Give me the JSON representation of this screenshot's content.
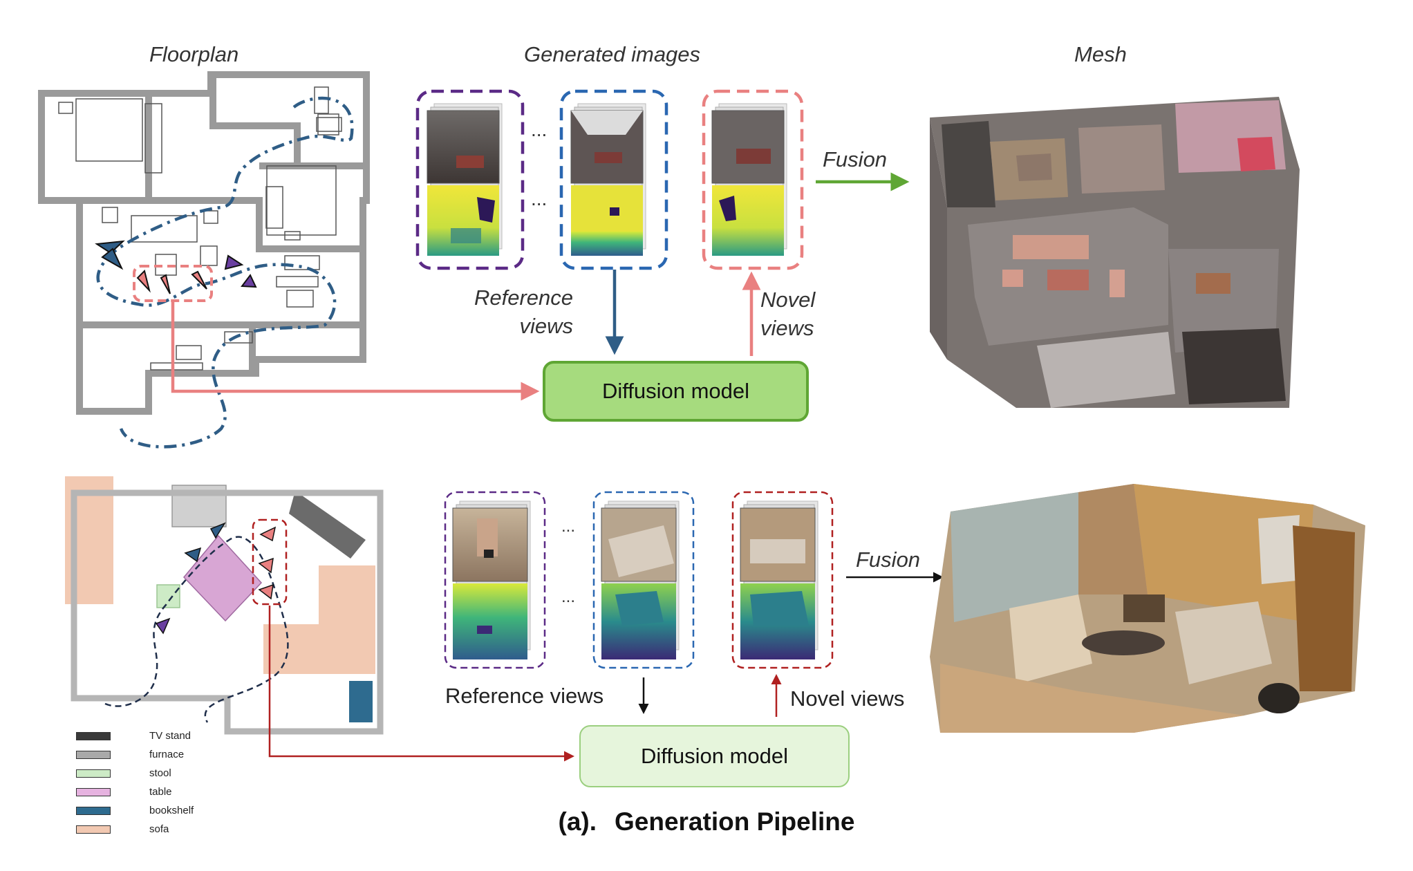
{
  "headings": {
    "floorplan": "Floorplan",
    "generated": "Generated images",
    "mesh": "Mesh"
  },
  "top": {
    "reference_views": [
      "Reference",
      "views"
    ],
    "novel_views": [
      "Novel",
      "views"
    ],
    "fusion": "Fusion",
    "diffusion": "Diffusion model",
    "ellipsis": "..."
  },
  "bottom": {
    "reference_views": "Reference views",
    "novel_views": "Novel views",
    "fusion": "Fusion",
    "diffusion": "Diffusion model",
    "ellipsis": "..."
  },
  "legend": [
    {
      "label": "TV stand",
      "color": "#3a3a3a"
    },
    {
      "label": "furnace",
      "color": "#a9a9a9"
    },
    {
      "label": "stool",
      "color": "#cdebc6"
    },
    {
      "label": "table",
      "color": "#e6b3e0"
    },
    {
      "label": "bookshelf",
      "color": "#2e6b8f"
    },
    {
      "label": "sofa",
      "color": "#f2c9b2"
    }
  ],
  "caption": {
    "index": "(a).",
    "title": "Generation Pipeline"
  },
  "colors": {
    "purple": "#5b2a86",
    "blue": "#2a67b1",
    "salmon": "#e98080",
    "darkred": "#b02020",
    "green_arrow": "#5fa634",
    "navy_arrow": "#2f5d86"
  }
}
